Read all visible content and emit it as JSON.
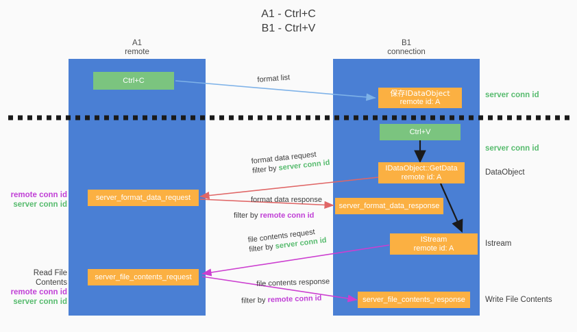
{
  "title": {
    "line1": "A1 - Ctrl+C",
    "line2": "B1 - Ctrl+V"
  },
  "columns": [
    {
      "id": "a1",
      "name": "A1",
      "sub": "remote"
    },
    {
      "id": "b1",
      "name": "B1",
      "sub": "connection"
    }
  ],
  "nodes": {
    "ctrl_c": {
      "line1": "Ctrl+C",
      "line2": ""
    },
    "save_idataobject": {
      "line1": "保存IDataObject",
      "line2": "remote id: A"
    },
    "ctrl_v": {
      "line1": "Ctrl+V",
      "line2": ""
    },
    "getdata": {
      "line1": "IDataObject::GetData",
      "line2": "remote id: A"
    },
    "fmt_req": {
      "line1": "server_format_data_request",
      "line2": ""
    },
    "fmt_resp": {
      "line1": "server_format_data_response",
      "line2": ""
    },
    "istream": {
      "line1": "IStream",
      "line2": "remote id: A"
    },
    "file_req": {
      "line1": "server_file_contents_request",
      "line2": ""
    },
    "file_resp": {
      "line1": "server_file_contents_response",
      "line2": ""
    }
  },
  "side_labels": {
    "server_conn_top": "server conn id",
    "server_conn_mid": "server conn id",
    "dataobject": "DataObject",
    "istream": "Istream",
    "write_file": "Write File Contents",
    "read_file": "Read File Contents",
    "remote_conn": "remote conn id",
    "server_conn": "server conn id"
  },
  "edges": [
    {
      "id": "format-list",
      "label": "format list",
      "filter_prefix": "",
      "filter_key": "",
      "filter_kind": ""
    },
    {
      "id": "format-data-request",
      "label": "format data request",
      "filter_prefix": "filter by",
      "filter_key": "server conn id",
      "filter_kind": "green"
    },
    {
      "id": "format-data-response",
      "label": "format data response",
      "filter_prefix": "filter by",
      "filter_key": "remote conn id",
      "filter_kind": "purple"
    },
    {
      "id": "file-contents-request",
      "label": "file contents request",
      "filter_prefix": "filter by",
      "filter_key": "server conn id",
      "filter_kind": "green"
    },
    {
      "id": "file-contents-response",
      "label": "file contents response",
      "filter_prefix": "filter by",
      "filter_key": "remote conn id",
      "filter_kind": "purple"
    }
  ],
  "colors": {
    "lane": "#4a7fd4",
    "green": "#7bc47f",
    "orange": "#fbb042",
    "key_green": "#57bb6e",
    "key_purple": "#c03fd6",
    "arrow_blue": "#7eb2e8",
    "arrow_red": "#e06666",
    "arrow_magenta": "#cc3fd0",
    "arrow_black": "#1a1a1a",
    "background": "#fafafa"
  }
}
